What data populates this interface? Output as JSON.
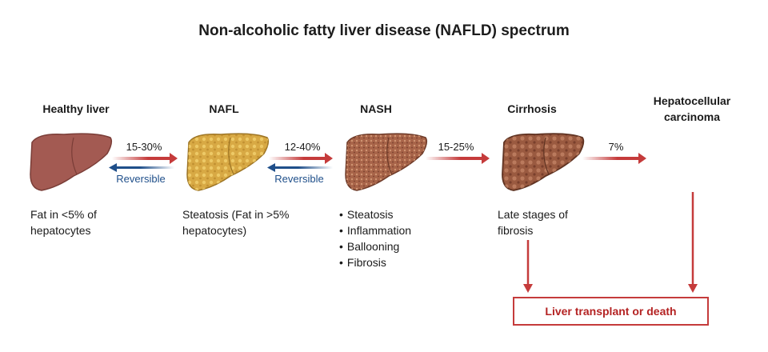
{
  "title": "Non-alcoholic fatty liver disease (NAFLD) spectrum",
  "stages": [
    {
      "name": "Healthy liver",
      "description": "Fat in <5% of hepatocytes",
      "color": "#a35a52"
    },
    {
      "name": "NAFL",
      "description": "Steatosis (Fat in >5% hepatocytes)",
      "color": "#d8a944"
    },
    {
      "name": "NASH",
      "features": [
        "Steatosis",
        "Inflammation",
        "Ballooning",
        "Fibrosis"
      ],
      "color": "#a86449"
    },
    {
      "name": "Cirrhosis",
      "description": "Late stages of fibrosis",
      "color": "#9a5a40"
    },
    {
      "name": "Hepatocellular carcinoma"
    }
  ],
  "transitions": [
    {
      "rate": "15-30%",
      "reverse_label": "Reversible"
    },
    {
      "rate": "12-40%",
      "reverse_label": "Reversible"
    },
    {
      "rate": "15-25%"
    },
    {
      "rate": "7%"
    }
  ],
  "outcome": "Liver transplant or death",
  "colors": {
    "progression_arrow": "#c53b3b",
    "reversible_arrow": "#1f4f8a"
  }
}
